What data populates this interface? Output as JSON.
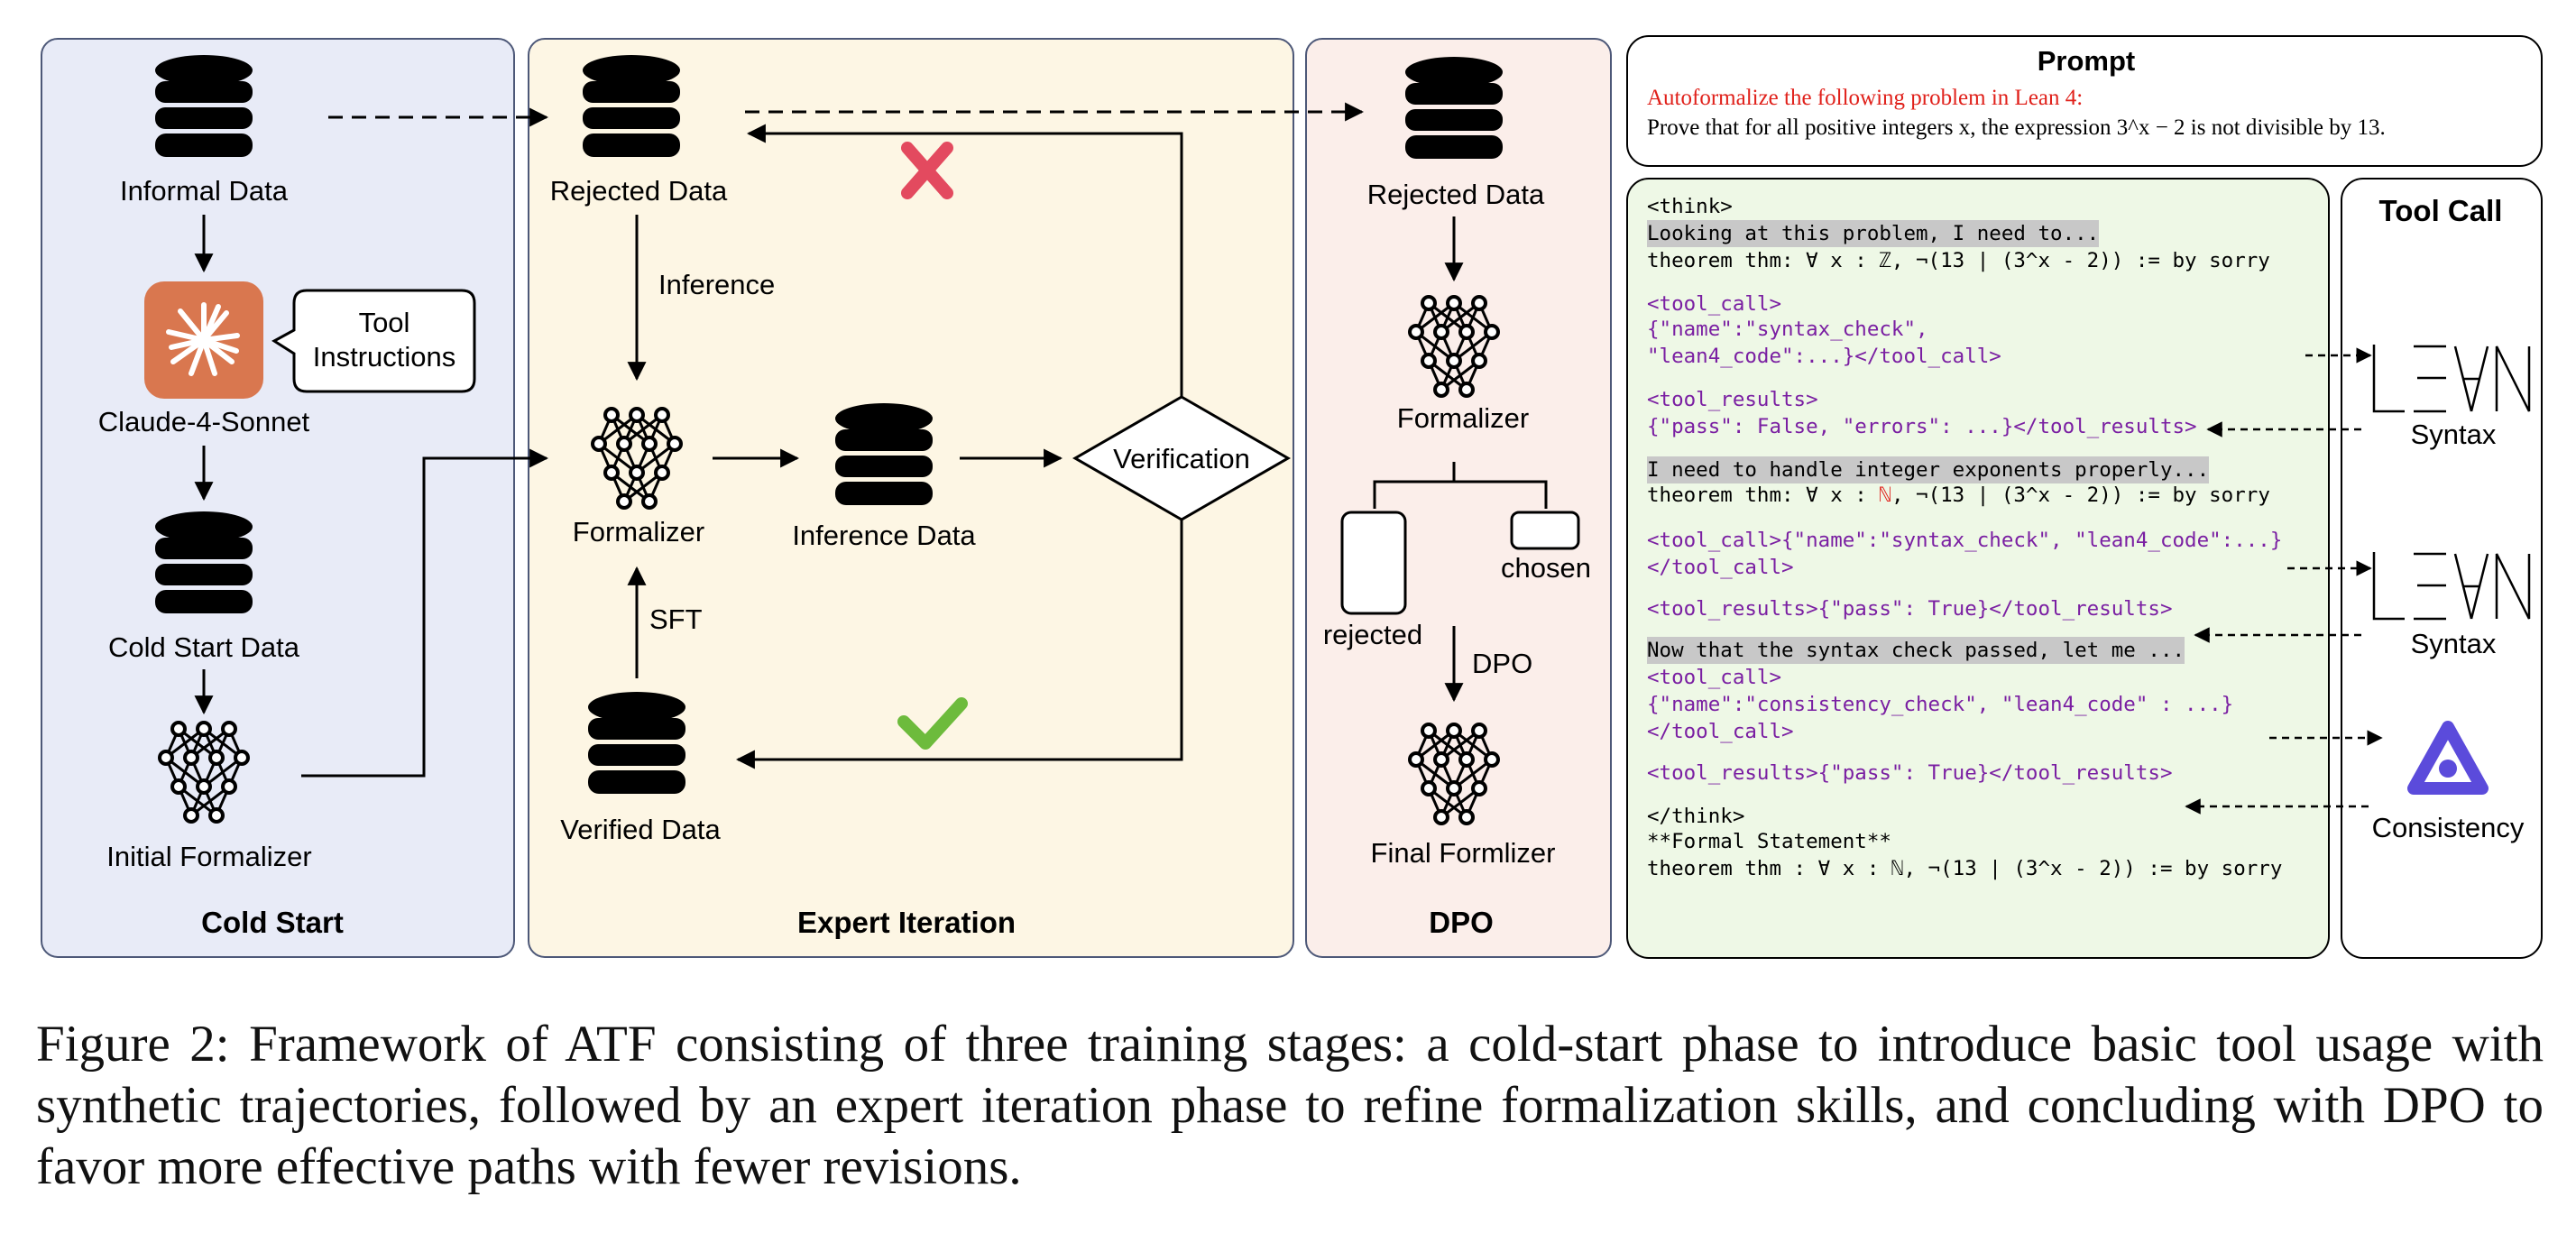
{
  "panels": {
    "cold_start": "Cold Start",
    "expert_iteration": "Expert Iteration",
    "dpo": "DPO",
    "tool_call": "Tool Call"
  },
  "nodes": {
    "informal_data": "Informal Data",
    "claude": "Claude-4-Sonnet",
    "tool_instructions_1": "Tool",
    "tool_instructions_2": "Instructions",
    "cold_start_data": "Cold Start Data",
    "initial_formalizer": "Initial Formalizer",
    "rejected_data": "Rejected Data",
    "inference": "Inference",
    "formalizer": "Formalizer",
    "inference_data": "Inference Data",
    "verification": "Verification",
    "sft": "SFT",
    "verified_data": "Verified Data",
    "dpo_rejected_data": "Rejected Data",
    "dpo_formalizer": "Formalizer",
    "chosen": "chosen",
    "rejected": "rejected",
    "dpo_edge": "DPO",
    "final_formalizer": "Final Formlizer"
  },
  "tools": {
    "syntax_1": "Syntax",
    "syntax_2": "Syntax",
    "consistency": "Consistency",
    "lean_logo_text": "LEAN"
  },
  "prompt": {
    "title": "Prompt",
    "instruction": "Autoformalize the following problem in Lean 4:",
    "problem": "Prove that for all positive integers x, the expression 3^x − 2 is not divisible by 13."
  },
  "trace": {
    "l1": "<think>",
    "l2": "Looking at this problem, I need to...",
    "l3": "theorem thm: ∀ x : ℤ, ¬(13 | (3^x - 2)) := by sorry",
    "l4": "<tool_call>",
    "l5": "{\"name\":\"syntax_check\",",
    "l6": "\"lean4_code\":...}</tool_call>",
    "l7": "<tool_results>",
    "l8": "{\"pass\": False, \"errors\": ...}</tool_results>",
    "l9": "I need to handle integer exponents properly...",
    "l10a": "theorem thm: ∀ x : ",
    "l10b": "ℕ",
    "l10c": ", ¬(13 | (3^x - 2)) := by sorry",
    "l11": "<tool_call>{\"name\":\"syntax_check\", \"lean4_code\":...}",
    "l12": "</tool_call>",
    "l13": "<tool_results>{\"pass\": True}</tool_results>",
    "l14": "Now that the syntax check passed, let me ...",
    "l15": "<tool_call>",
    "l16": "{\"name\":\"consistency_check\", \"lean4_code\" : ...}",
    "l17": "</tool_call>",
    "l18": "<tool_results>{\"pass\": True}</tool_results>",
    "l19": "</think>",
    "l20": "**Formal Statement**",
    "l21": "theorem thm : ∀ x : ℕ, ¬(13 | (3^x - 2)) := by sorry"
  },
  "caption": "Figure 2: Framework of ATF consisting of three training stages: a cold-start phase to introduce basic tool usage with synthetic trajectories, followed by an expert iteration phase to refine formalization skills, and concluding with DPO to favor more effective paths with fewer revisions.",
  "colors": {
    "cold_start_bg": "#e8ebf7",
    "expert_bg": "#fdf6e4",
    "dpo_bg": "#fbeeea",
    "trace_bg": "#eef8e6",
    "claude_orange": "#d9774f",
    "cross_red": "#e34a5f",
    "check_green": "#6dbb3c",
    "qwen_purple": "#5b4bdb",
    "tag_purple": "#7a1fa2",
    "instruction_red": "#e0201a"
  }
}
